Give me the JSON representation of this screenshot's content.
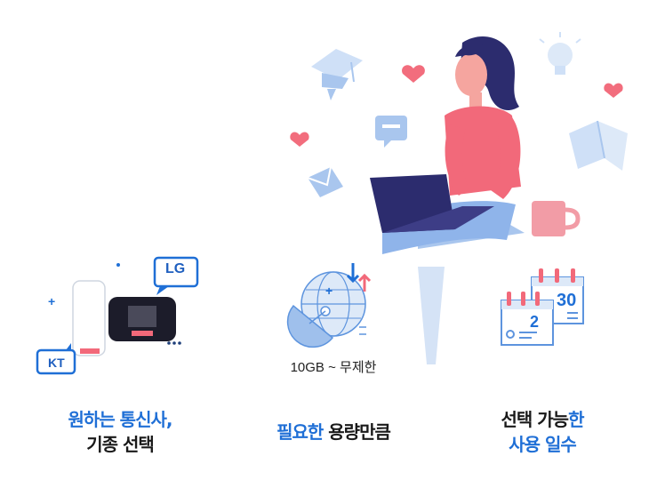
{
  "colors": {
    "accent_blue": "#1f6fd6",
    "light_blue": "#cfe0f7",
    "pink": "#f2697a",
    "navy": "#2c2c6e"
  },
  "features": [
    {
      "icon": "pocket-wifi-devices-icon",
      "tags": [
        "LG",
        "KT"
      ],
      "caption_line1_blue": "원하는 통신사,",
      "caption_line2": "기종 선택"
    },
    {
      "icon": "globe-satellite-icon",
      "label": "10GB ~ 무제한",
      "caption_blue": "필요한",
      "caption_rest": " 용량만큼"
    },
    {
      "icon": "calendar-icon",
      "calendar_numbers": [
        "2",
        "30"
      ],
      "caption_line1": "선택 가능",
      "caption_line1_blue": "한",
      "caption_line2_blue": "사용 일수"
    }
  ]
}
